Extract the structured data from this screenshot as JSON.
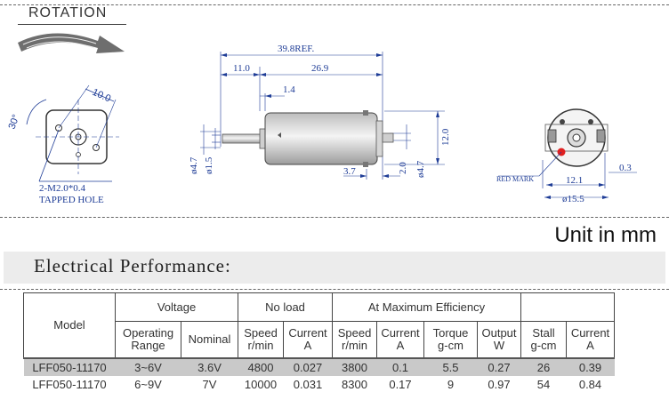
{
  "rotation": {
    "title": "ROTATION"
  },
  "unit_label": "Unit in mm",
  "section_title": "Electrical Performance:",
  "front_view": {
    "dim_width": "10.0",
    "dim_angle": "30°",
    "hole_note_1": "2-M2.0*0.4",
    "hole_note_2": "TAPPED HOLE"
  },
  "side_view": {
    "dim_total": "39.8REF.",
    "dim_shaft_len": "11.0",
    "dim_body_len": "26.9",
    "dim_collar": "1.4",
    "dim_shaft_dia": "ø1.5",
    "dim_boss_dia": "ø4.7",
    "dim_body_dia": "12.0",
    "dim_terminal_gap": "3.7",
    "dim_terminal_len": "2.0",
    "dim_rear_boss": "ø4.7"
  },
  "rear_view": {
    "red_mark": "RED MARK",
    "dim_offset": "0.3",
    "dim_flat": "12.1",
    "dim_diameter": "ø15.5",
    "accent_color": "#e02020"
  },
  "table": {
    "headers": {
      "model": "Model",
      "voltage": "Voltage",
      "no_load": "No load",
      "max_eff": "At Maximum Efficiency",
      "operating_1": "Operating",
      "operating_2": "Range",
      "nominal": "Nominal",
      "nl_speed_1": "Speed",
      "nl_speed_2": "r/min",
      "nl_current_1": "Current",
      "nl_current_2": "A",
      "me_speed_1": "Speed",
      "me_speed_2": "r/min",
      "me_current_1": "Current",
      "me_current_2": "A",
      "torque_1": "Torque",
      "torque_2": "g-cm",
      "output_1": "Output",
      "output_2": "W",
      "stall_1": "Stall",
      "stall_2": "g-cm",
      "stall_current_1": "Current",
      "stall_current_2": "A"
    },
    "rows": [
      {
        "model": "LFF050-11170",
        "range": "3~6V",
        "nominal": "3.6V",
        "nl_speed": "4800",
        "nl_current": "0.027",
        "me_speed": "3800",
        "me_current": "0.1",
        "torque": "5.5",
        "output": "0.27",
        "stall_torque": "26",
        "stall_current": "0.39"
      },
      {
        "model": "LFF050-11170",
        "range": "6~9V",
        "nominal": "7V",
        "nl_speed": "10000",
        "nl_current": "0.031",
        "me_speed": "8300",
        "me_current": "0.17",
        "torque": "9",
        "output": "0.97",
        "stall_torque": "54",
        "stall_current": "0.84"
      }
    ]
  }
}
